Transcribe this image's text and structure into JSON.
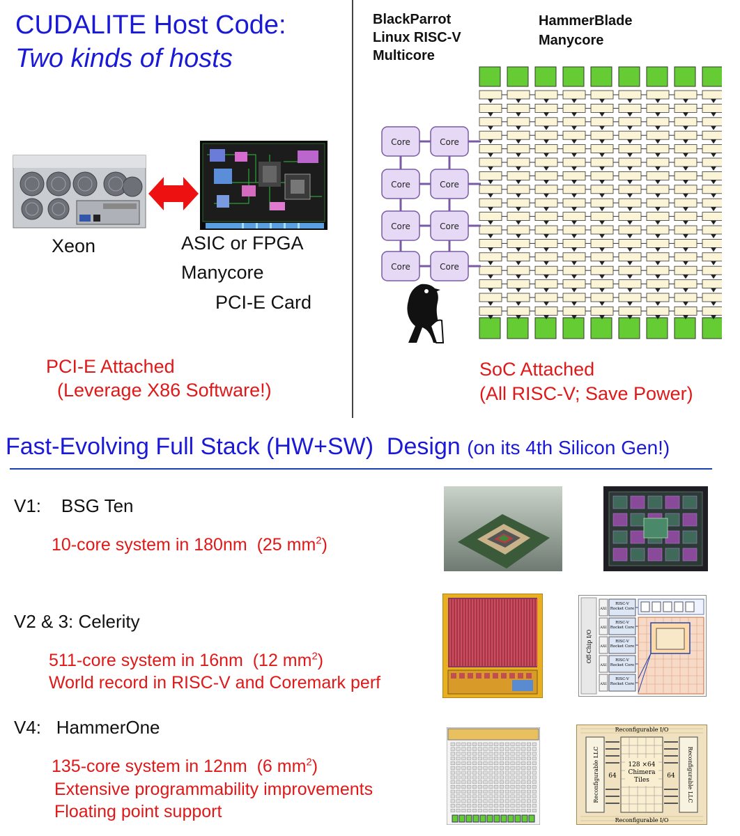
{
  "top_left": {
    "title_line1": "CUDALITE Host Code:",
    "title_line2": "Two kinds of hosts",
    "host_label": "Xeon",
    "card_label_1": "ASIC or FPGA",
    "card_label_2": "Manycore",
    "card_label_3": "PCI-E Card",
    "attach_line1": "PCI-E Attached",
    "attach_line2": "(Leverage X86 Software!)"
  },
  "top_right": {
    "bp_line1": "BlackParrot",
    "bp_line2": "Linux RISC-V",
    "bp_line3": "Multicore",
    "hb_line1": "HammerBlade",
    "hb_line2": "Manycore",
    "core_label": "Core",
    "attach_line1": "SoC Attached",
    "attach_line2": "(All RISC-V; Save Power)"
  },
  "stack": {
    "heading_main": "Fast-Evolving Full Stack (HW+SW)  Design",
    "heading_small": "(on its 4th Silicon Gen!)"
  },
  "versions": [
    {
      "label": "V1:    BSG Ten",
      "desc_pre": "10-core system in 180nm  (25 mm",
      "sup": "2",
      "desc_post": ")"
    },
    {
      "label": "V2 & 3: Celerity",
      "desc_pre": "511-core system in 16nm  (12 mm",
      "sup": "2",
      "desc_post": ")",
      "extra": "World record in RISC-V and Coremark perf"
    },
    {
      "label": "V4:   HammerOne",
      "desc_pre": "135-core system in 12nm  (6 mm",
      "sup": "2",
      "desc_post": ")",
      "extra": "Extensive programmability improvements",
      "extra2": "Floating point support"
    }
  ],
  "chip_text": {
    "offchip": "Off-Chip I/O",
    "riscv": "RISC-V",
    "rocket": "Rocket Core",
    "axi": "AXI",
    "reconfig_io": "Reconfigurable I/O",
    "reconfig_llc": "Reconfigurable LLC",
    "chimera_1": "128 ×64",
    "chimera_2": "Chimera",
    "chimera_3": "Tiles",
    "num64": "64"
  },
  "colors": {
    "title_blue": "#1a1ad6",
    "accent_red": "#e01818",
    "core_fill": "#e6d9f5",
    "core_border": "#7a5aa6",
    "tile_fill": "#fbf4d6",
    "edge_green": "#66cc33",
    "arrow_red": "#ee1111"
  }
}
